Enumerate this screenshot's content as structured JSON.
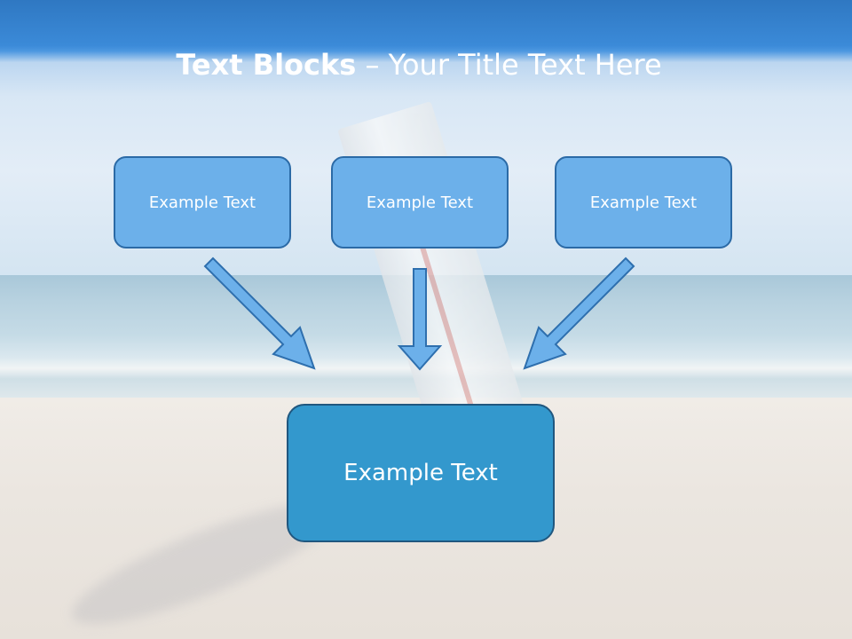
{
  "slide": {
    "title_bold": "Text Blocks",
    "title_dash": "–",
    "title_rest": "Your Title Text Here",
    "boxes": [
      {
        "label": "Example Text"
      },
      {
        "label": "Example Text"
      },
      {
        "label": "Example Text"
      }
    ],
    "main_box": {
      "label": "Example Text"
    }
  },
  "colors": {
    "box_fill": "#6cb0ea",
    "box_border": "#2b6aa6",
    "main_box_fill": "#3398cd",
    "main_box_border": "#20577f",
    "title_color": "#ffffff"
  }
}
